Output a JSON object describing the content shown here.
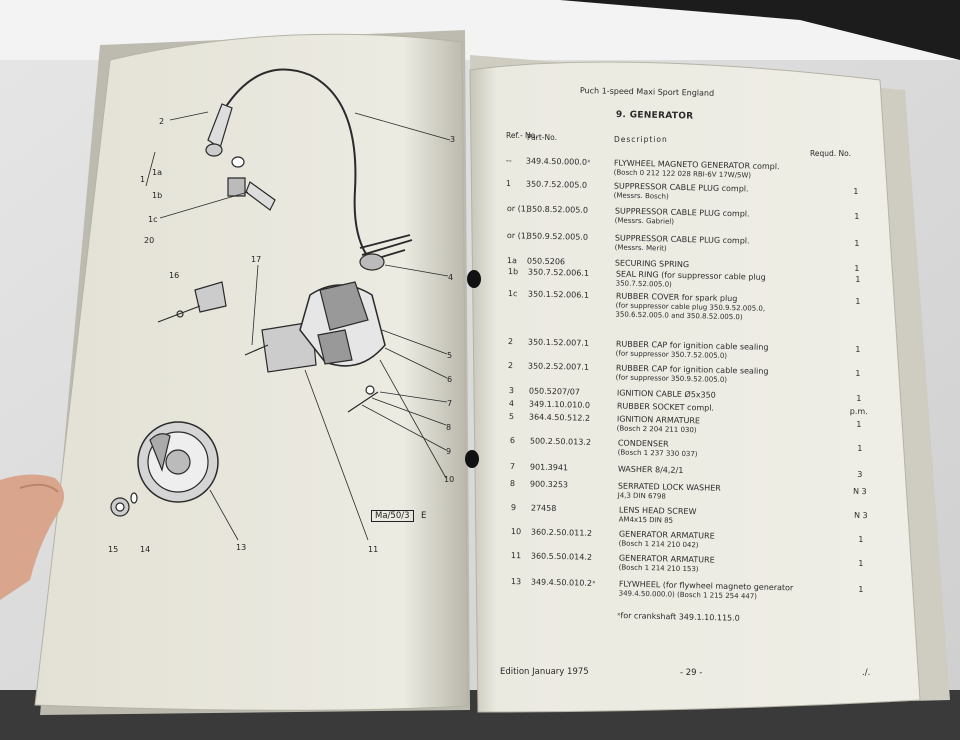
{
  "manual": {
    "header": "Puch 1-speed Maxi Sport England",
    "section_title": "9. GENERATOR",
    "columns": {
      "ref": "Ref.- No.",
      "part": "Part-No.",
      "description": "Description",
      "qty": "Requd. No."
    },
    "parts": [
      {
        "ref": "--",
        "part": "349.4.50.000.0ˣ",
        "desc": "FLYWHEEL MAGNETO GENERATOR compl.",
        "desc2": "(Bosch 0 212 122 028 RBI-6V 17W/5W)",
        "qty": ""
      },
      {
        "ref": "1",
        "part": "350.7.52.005.0",
        "desc": "SUPPRESSOR CABLE PLUG compl.",
        "desc2": "(Messrs. Bosch)",
        "qty": "1"
      },
      {
        "ref": "or (1)",
        "part": "350.8.52.005.0",
        "desc": "SUPPRESSOR CABLE PLUG compl.",
        "desc2": "(Messrs. Gabriel)",
        "qty": "1"
      },
      {
        "ref": "or (1)",
        "part": "350.9.52.005.0",
        "desc": "SUPPRESSOR CABLE PLUG compl.",
        "desc2": "(Messrs. Merit)",
        "qty": "1"
      },
      {
        "ref": "1a",
        "part": "050.5206",
        "desc": "SECURING SPRING",
        "desc2": "",
        "qty": "1"
      },
      {
        "ref": "1b",
        "part": "350.7.52.006.1",
        "desc": "SEAL RING (for suppressor cable plug",
        "desc2": "350.7.52.005.0)",
        "qty": "1"
      },
      {
        "ref": "1c",
        "part": "350.1.52.006.1",
        "desc": "RUBBER COVER for spark plug",
        "desc2": "(for suppressor cable plug 350.9.52.005.0, 350.6.52.005.0 and 350.8.52.005.0)",
        "qty": "1"
      },
      {
        "ref": "2",
        "part": "350.1.52.007.1",
        "desc": "RUBBER CAP for ignition cable sealing",
        "desc2": "(for suppressor 350.7.52.005.0)",
        "qty": "1"
      },
      {
        "ref": "2",
        "part": "350.2.52.007.1",
        "desc": "RUBBER CAP for ignition cable sealing",
        "desc2": "(for suppressor 350.9.52.005.0)",
        "qty": "1"
      },
      {
        "ref": "3",
        "part": "050.5207/07",
        "desc": "IGNITION CABLE Ø5x350",
        "desc2": "",
        "qty": "1"
      },
      {
        "ref": "4",
        "part": "349.1.10.010.0",
        "desc": "RUBBER SOCKET compl.",
        "desc2": "",
        "qty": "p.m."
      },
      {
        "ref": "5",
        "part": "364.4.50.512.2",
        "desc": "IGNITION ARMATURE",
        "desc2": "(Bosch 2 204 211 030)",
        "qty": "1"
      },
      {
        "ref": "6",
        "part": "500.2.50.013.2",
        "desc": "CONDENSER",
        "desc2": "(Bosch 1 237 330 037)",
        "qty": "1"
      },
      {
        "ref": "7",
        "part": "901.3941",
        "desc": "WASHER 8/4,2/1",
        "desc2": "",
        "qty": "3"
      },
      {
        "ref": "8",
        "part": "900.3253",
        "desc": "SERRATED LOCK WASHER",
        "desc2": "J4,3 DIN 6798",
        "qty": "N 3"
      },
      {
        "ref": "9",
        "part": "27458",
        "desc": "LENS HEAD SCREW",
        "desc2": "AM4x15 DIN 85",
        "qty": "N 3"
      },
      {
        "ref": "10",
        "part": "360.2.50.011.2",
        "desc": "GENERATOR ARMATURE",
        "desc2": "(Bosch 1 214 210 042)",
        "qty": "1"
      },
      {
        "ref": "11",
        "part": "360.5.50.014.2",
        "desc": "GENERATOR ARMATURE",
        "desc2": "(Bosch 1 214 210 153)",
        "qty": "1"
      },
      {
        "ref": "13",
        "part": "349.4.50.010.2ˣ",
        "desc": "FLYWHEEL (for flywheel magneto generator",
        "desc2": "349.4.50.000.0) (Bosch 1 215 254 447)",
        "qty": "1"
      }
    ],
    "footnote": "ˣfor crankshaft 349.1.10.115.0",
    "edition": "Edition January 1975",
    "page_number": "- 29 -",
    "continued": "./.",
    "diagram_ref": "Ma/50/3",
    "diagram_ref_suffix": "E",
    "callouts": [
      "1",
      "1a",
      "1b",
      "1c",
      "2",
      "3",
      "4",
      "5",
      "6",
      "7",
      "8",
      "9",
      "10",
      "11",
      "13",
      "14",
      "15",
      "16",
      "17",
      "20"
    ]
  },
  "colors": {
    "paper": "#ebeadf",
    "paper_shadow": "#c9c7b8",
    "background": "#2a2a2a",
    "ink": "#2b2b2b",
    "binder_ring": "#111111",
    "skin": "#d9a58c"
  }
}
